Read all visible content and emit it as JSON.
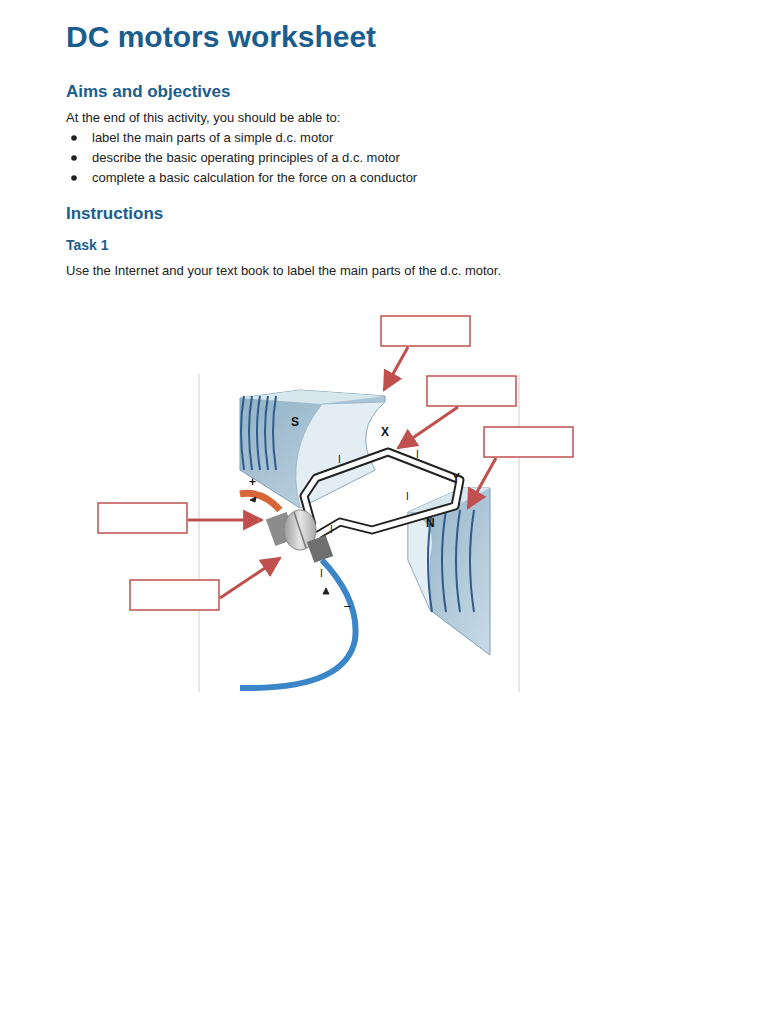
{
  "diagram": {
    "title": "DC motors worksheet",
    "labels": [
      "Aims and objectives",
      "At the end of this activity, you should be able to:",
      "label the main parts of a simple d.c. motor",
      "describe the basic operating principles of a d.c. motor",
      "complete a basic calculation for the force on a conductor",
      "Instructions",
      "Task 1",
      "Use the Internet and your text book to label the main parts of the d.c. motor.",
      "S",
      "X",
      "I",
      "I",
      "Y",
      "I",
      "N",
      "+",
      "I",
      "I",
      "–"
    ]
  }
}
